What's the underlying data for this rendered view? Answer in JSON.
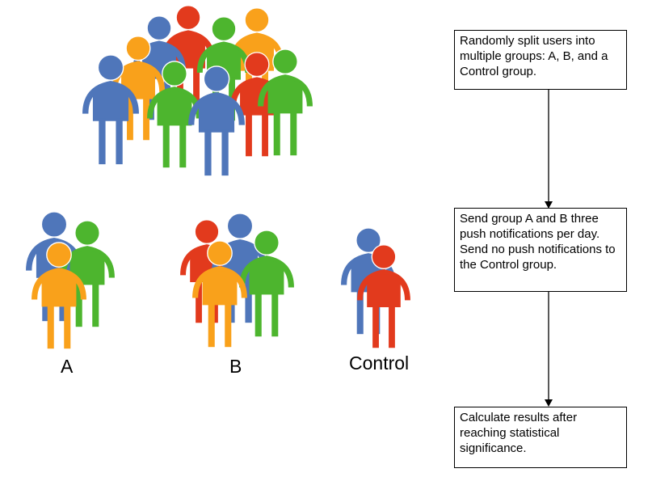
{
  "colors": {
    "blue": "#4f76ba",
    "red": "#e23a1d",
    "green": "#4db52e",
    "orange": "#f9a11b"
  },
  "groups": {
    "a_label": "A",
    "b_label": "B",
    "control_label": "Control"
  },
  "flow": {
    "steps": [
      "Randomly split users into multiple groups: A, B, and a Control group.",
      "Send group A and B three push notifications per day. Send no push notifications to the Control group.",
      "Calculate results after reaching statistical significance."
    ]
  }
}
